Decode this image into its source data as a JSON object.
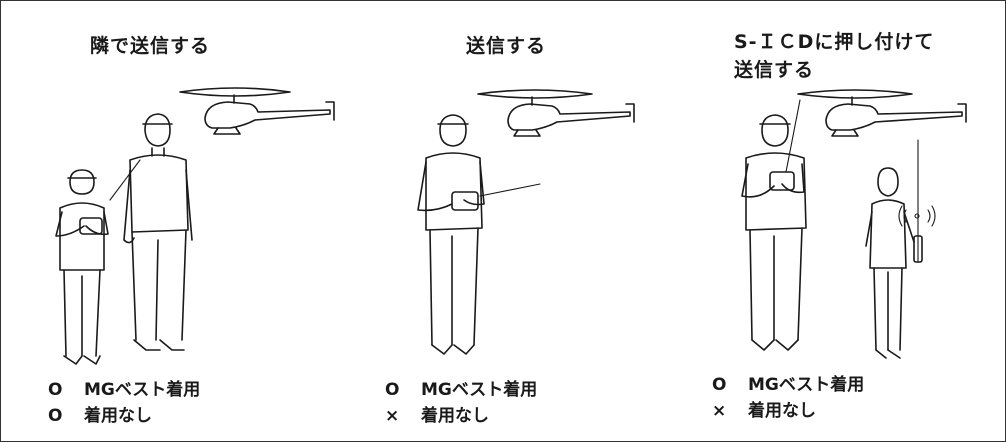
{
  "panels": [
    {
      "title": "隣で送信する",
      "legend": [
        {
          "mark": "O",
          "text": "MGベスト着用"
        },
        {
          "mark": "O",
          "text": "着用なし"
        }
      ]
    },
    {
      "title": "送信する",
      "legend": [
        {
          "mark": "O",
          "text": "MGベスト着用"
        },
        {
          "mark": "×",
          "text": "着用なし"
        }
      ]
    },
    {
      "title_line1": "S-ＩＣDに押し付けて",
      "title_line2": "送信する",
      "legend": [
        {
          "mark": "O",
          "text": "MGベスト着用"
        },
        {
          "mark": "×",
          "text": "着用なし"
        }
      ]
    }
  ]
}
